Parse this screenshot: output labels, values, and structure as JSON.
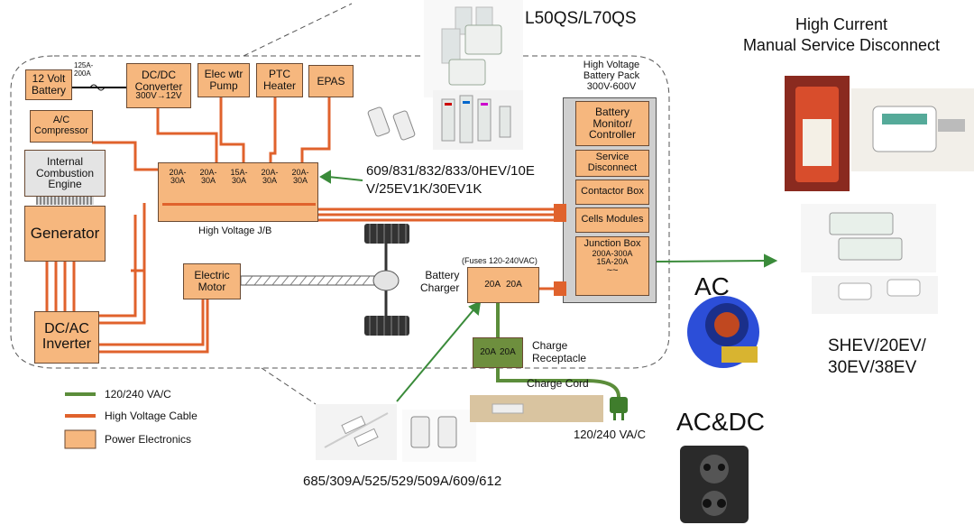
{
  "colors": {
    "charge": "#5b8d3a",
    "hv": "#e0622c",
    "power": "#f6b77e",
    "border": "#6a4a33",
    "arrow": "#3a8b3a"
  },
  "labels": {
    "top_fuse": "L50QS/L70QS",
    "hcmsd_1": "High Current",
    "hcmsd_2": "Manual Service Disconnect",
    "hv_pack_1": "High Voltage",
    "hv_pack_2": "Battery Pack",
    "hv_pack_3": "300V-600V",
    "middle_fuse_1": "609/831/832/833/0HEV/10E",
    "middle_fuse_2": "V/25EV1K/30EV1K",
    "bottom_fuse": "685/309A/525/529/509A/609/612",
    "right_fuse_1": "SHEV/20EV/",
    "right_fuse_2": "30EV/38EV",
    "ac": "AC",
    "acdc": "AC&DC",
    "hv_jb": "High Voltage J/B",
    "charge_cord": "Charge Cord",
    "charge_voltage": "120/240 VA/C",
    "fuses_note": "(Fuses 120-240VAC)",
    "charge_receptacle_1": "Charge",
    "charge_receptacle_2": "Receptacle",
    "battery_charger_1": "Battery",
    "battery_charger_2": "Charger",
    "battery_fuse": "125A-",
    "battery_fuse_2": "200A"
  },
  "boxes": {
    "battery_12v": "12 Volt Battery",
    "dcdc": "DC/DC Converter",
    "dcdc_volt": "300V→12V",
    "elec_pump": "Elec wtr Pump",
    "ptc": "PTC Heater",
    "epas": "EPAS",
    "ac_comp_1": "A/C",
    "ac_comp_2": "Compressor",
    "engine": "Internal Combustion Engine",
    "generator": "Generator",
    "inverter": "DC/AC Inverter",
    "motor": "Electric Motor",
    "bm": "Battery Monitor/ Controller",
    "sd": "Service Disconnect",
    "cb": "Contactor Box",
    "cm": "Cells Modules",
    "jb": "Junction Box",
    "jb_rating": "200A-300A",
    "jb_fuse": "15A-20A"
  },
  "jb_fuses": [
    "20A-\n30A",
    "20A-\n30A",
    "15A-\n30A",
    "20A-\n30A",
    "20A-\n30A"
  ],
  "charger_fuses": [
    "20A",
    "20A"
  ],
  "receptacle_fuses": [
    "20A",
    "20A"
  ],
  "legend": [
    {
      "label": "120/240 VA/C",
      "color": "#5b8d3a"
    },
    {
      "label": "High Voltage Cable",
      "color": "#e0622c"
    },
    {
      "label": "Power Electronics",
      "color": "#f6b77e"
    }
  ]
}
